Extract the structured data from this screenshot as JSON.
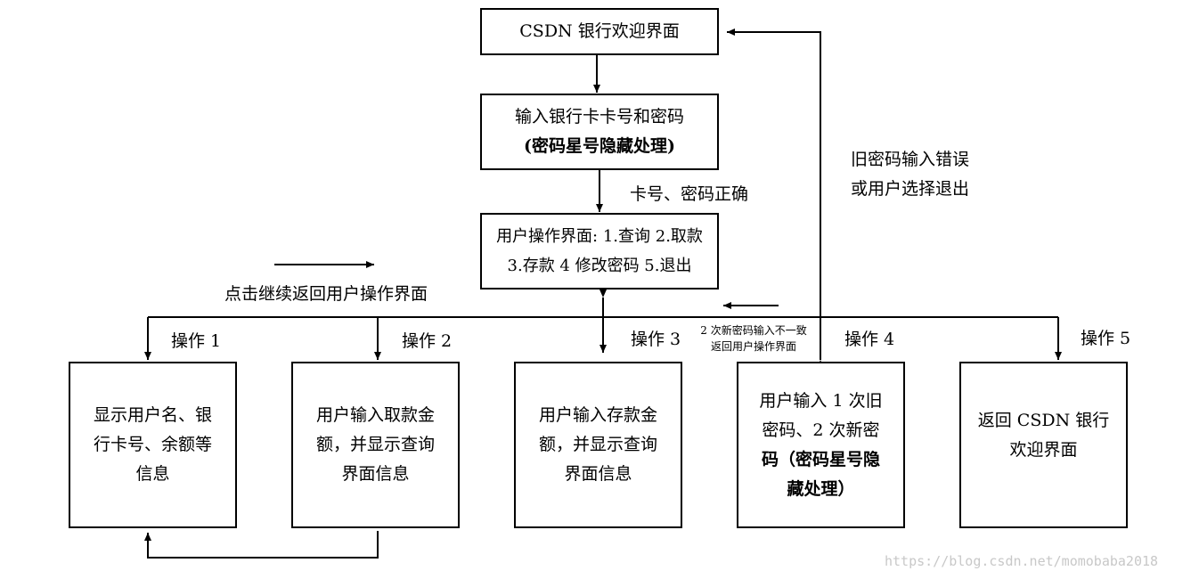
{
  "nodes": {
    "welcome": "CSDN 银行欢迎界面",
    "login": {
      "line1": "输入银行卡卡号和密码",
      "line2": "(密码星号隐藏处理)"
    },
    "menu": {
      "line1": "用户操作界面: 1.查询 2.取款",
      "line2": "3.存款 4 修改密码 5.退出"
    },
    "op1": {
      "line1": "显示用户名、银",
      "line2": "行卡号、余额等",
      "line3": "信息"
    },
    "op2": {
      "line1": "用户输入取款金",
      "line2": "额，并显示查询",
      "line3": "界面信息"
    },
    "op3": {
      "line1": "用户输入存款金",
      "line2": "额，并显示查询",
      "line3": "界面信息"
    },
    "op4": {
      "line1": "用户输入 1 次旧",
      "line2": "密码、2 次新密",
      "line3": "码（密码星号隐",
      "line4": "藏处理）"
    },
    "op5": {
      "line1": "返回 CSDN 银行",
      "line2": "欢迎界面"
    }
  },
  "edge_labels": {
    "correct": "卡号、密码正确",
    "error_line1": "旧密码输入错误",
    "error_line2": "或用户选择退出",
    "continue": "点击继续返回用户操作界面",
    "mismatch_line1": "2 次新密码输入不一致",
    "mismatch_line2": "返回用户操作界面",
    "op1": "操作 1",
    "op2": "操作 2",
    "op3": "操作 3",
    "op4": "操作 4",
    "op5": "操作 5"
  },
  "watermark": "https://blog.csdn.net/momobaba2018"
}
